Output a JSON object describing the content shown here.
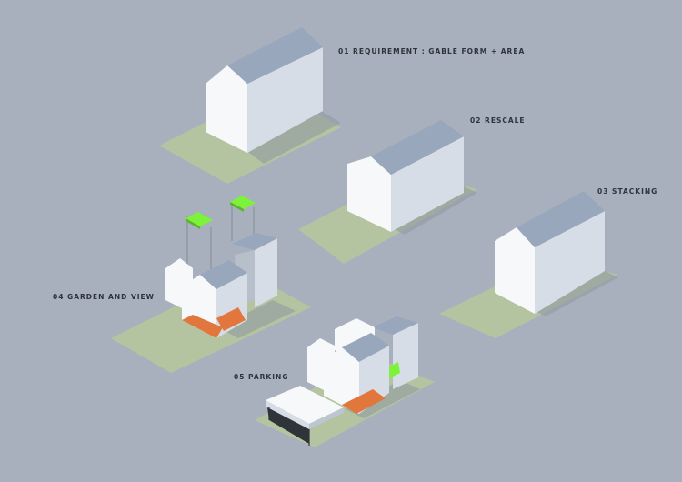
{
  "steps": [
    {
      "id": "01",
      "label": "01 REQUIREMENT : GABLE FORM + AREA"
    },
    {
      "id": "02",
      "label": "02 RESCALE"
    },
    {
      "id": "03",
      "label": "03 STACKING"
    },
    {
      "id": "04",
      "label": "04 GARDEN AND VIEW"
    },
    {
      "id": "05",
      "label": "05 PARKING"
    }
  ],
  "colors": {
    "background": "#a8b0bd",
    "ground": "#b4c3a0",
    "wall_light": "#f7f8fa",
    "wall_shade": "#d6dde6",
    "roof": "#98a7bc",
    "garden_green": "#7cf23a",
    "interior_orange": "#e2773e",
    "shadow": "#8e97a3"
  }
}
